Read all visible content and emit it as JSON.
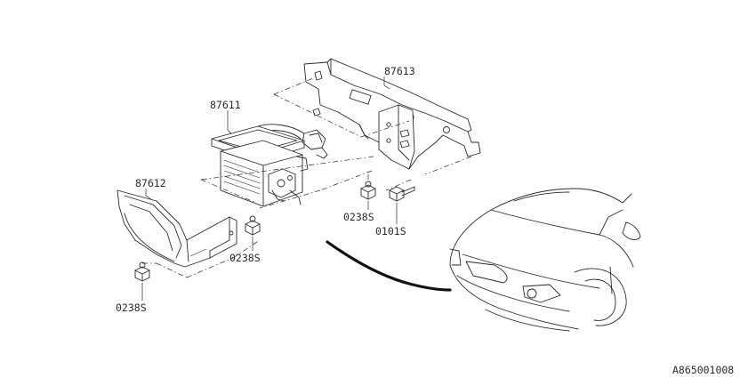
{
  "diagram": {
    "parts": [
      {
        "id": "87613"
      },
      {
        "id": "87611"
      },
      {
        "id": "87612"
      }
    ],
    "fasteners": [
      {
        "code": "0238S"
      },
      {
        "code": "0101S"
      },
      {
        "code": "0238S"
      },
      {
        "code": "0238S"
      }
    ],
    "figure_code": "A865001008"
  }
}
